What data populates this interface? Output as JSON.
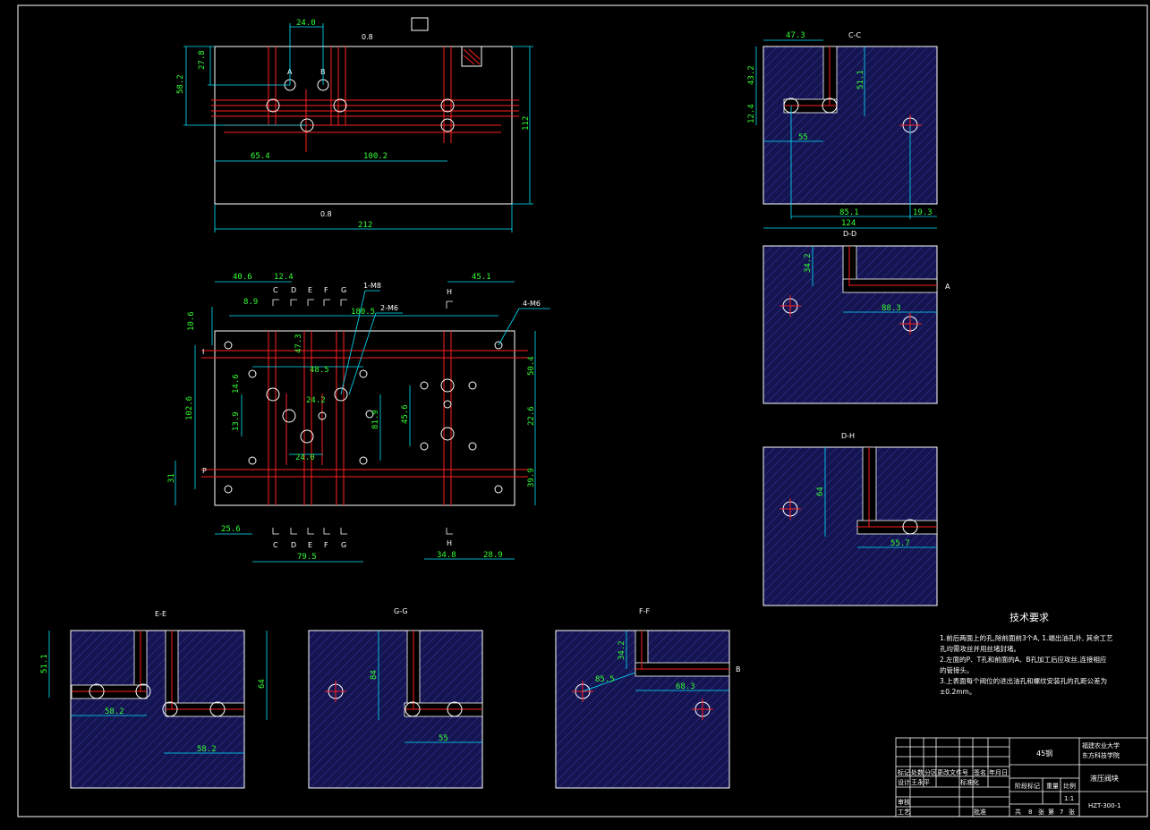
{
  "views": {
    "front": {
      "dims": [
        "24.0",
        "27.8",
        "58.2",
        "65.4",
        "100.2",
        "112",
        "212",
        "0.8"
      ],
      "labels": [
        "A",
        "B"
      ]
    },
    "plan": {
      "dims": [
        "40.6",
        "12.4",
        "8.9",
        "10.6",
        "180.5",
        "102.6",
        "47.3",
        "48.5",
        "14.6",
        "13.9",
        "24.2",
        "24.0",
        "31",
        "25.6",
        "79.5",
        "81.9",
        "45.6",
        "50.4",
        "22.6",
        "39.9",
        "34.8",
        "28.9",
        "45.1"
      ],
      "section_letters_top": [
        "C",
        "D",
        "E",
        "F",
        "G",
        "H"
      ],
      "section_letters_bottom": [
        "C",
        "D",
        "E",
        "F",
        "G",
        "H"
      ],
      "side_letters": [
        "I",
        "P"
      ],
      "callouts": [
        "1-M8",
        "2-M6",
        "4-M6"
      ]
    },
    "section_cc_top": {
      "title": "C-C",
      "dims": [
        "47.3",
        "43.2",
        "12.4",
        "51.1",
        "55",
        "85.1",
        "19.3",
        "124"
      ]
    },
    "section_dd": {
      "title": "D-D",
      "dims": [
        "34.2",
        "88.3"
      ],
      "side_label": "A"
    },
    "section_hh": {
      "title": "D-H",
      "dims": [
        "64",
        "55.7"
      ]
    },
    "section_bl1": {
      "title": "E-E",
      "dims": [
        "51.1",
        "58.2",
        "58.2",
        "64"
      ]
    },
    "section_bl2": {
      "title": "G-G",
      "dims": [
        "84",
        "55"
      ]
    },
    "section_bl3": {
      "title": "F-F",
      "dims": [
        "34.2",
        "85.5",
        "68.3"
      ],
      "side_label": "B"
    }
  },
  "notes": {
    "title": "技术要求",
    "lines": [
      "1.前后两面上的孔,除前面前3个A, 1.端出油孔外, 其余工艺",
      "孔均需攻丝并用丝堵封堵。",
      "2.左面的P、T孔和前面的A、B孔加工后应攻丝,连接相应",
      "的管接头。",
      "3.上表面每个阀位的进出油孔和螺纹安装孔的孔距公差为",
      "±0.2mm。"
    ]
  },
  "title_block": {
    "material": "45钢",
    "school": "福建农业大学",
    "dept": "东方科技学院",
    "part_name": "液压阀块",
    "drawing_no": "HZT-300-1",
    "scale": "1:1",
    "sheet_info": [
      "共",
      "8",
      "张",
      "第",
      "7",
      "张"
    ],
    "headers": [
      "标记",
      "处数",
      "分区",
      "更改文件号",
      "签名",
      "年月日"
    ],
    "row2": [
      "设计",
      "王永平",
      "",
      "标准化"
    ],
    "row3": [
      "审核"
    ],
    "row4": [
      "工艺",
      "",
      "批准"
    ],
    "stage_headers": [
      "阶段标记",
      "重量",
      "比例"
    ]
  }
}
